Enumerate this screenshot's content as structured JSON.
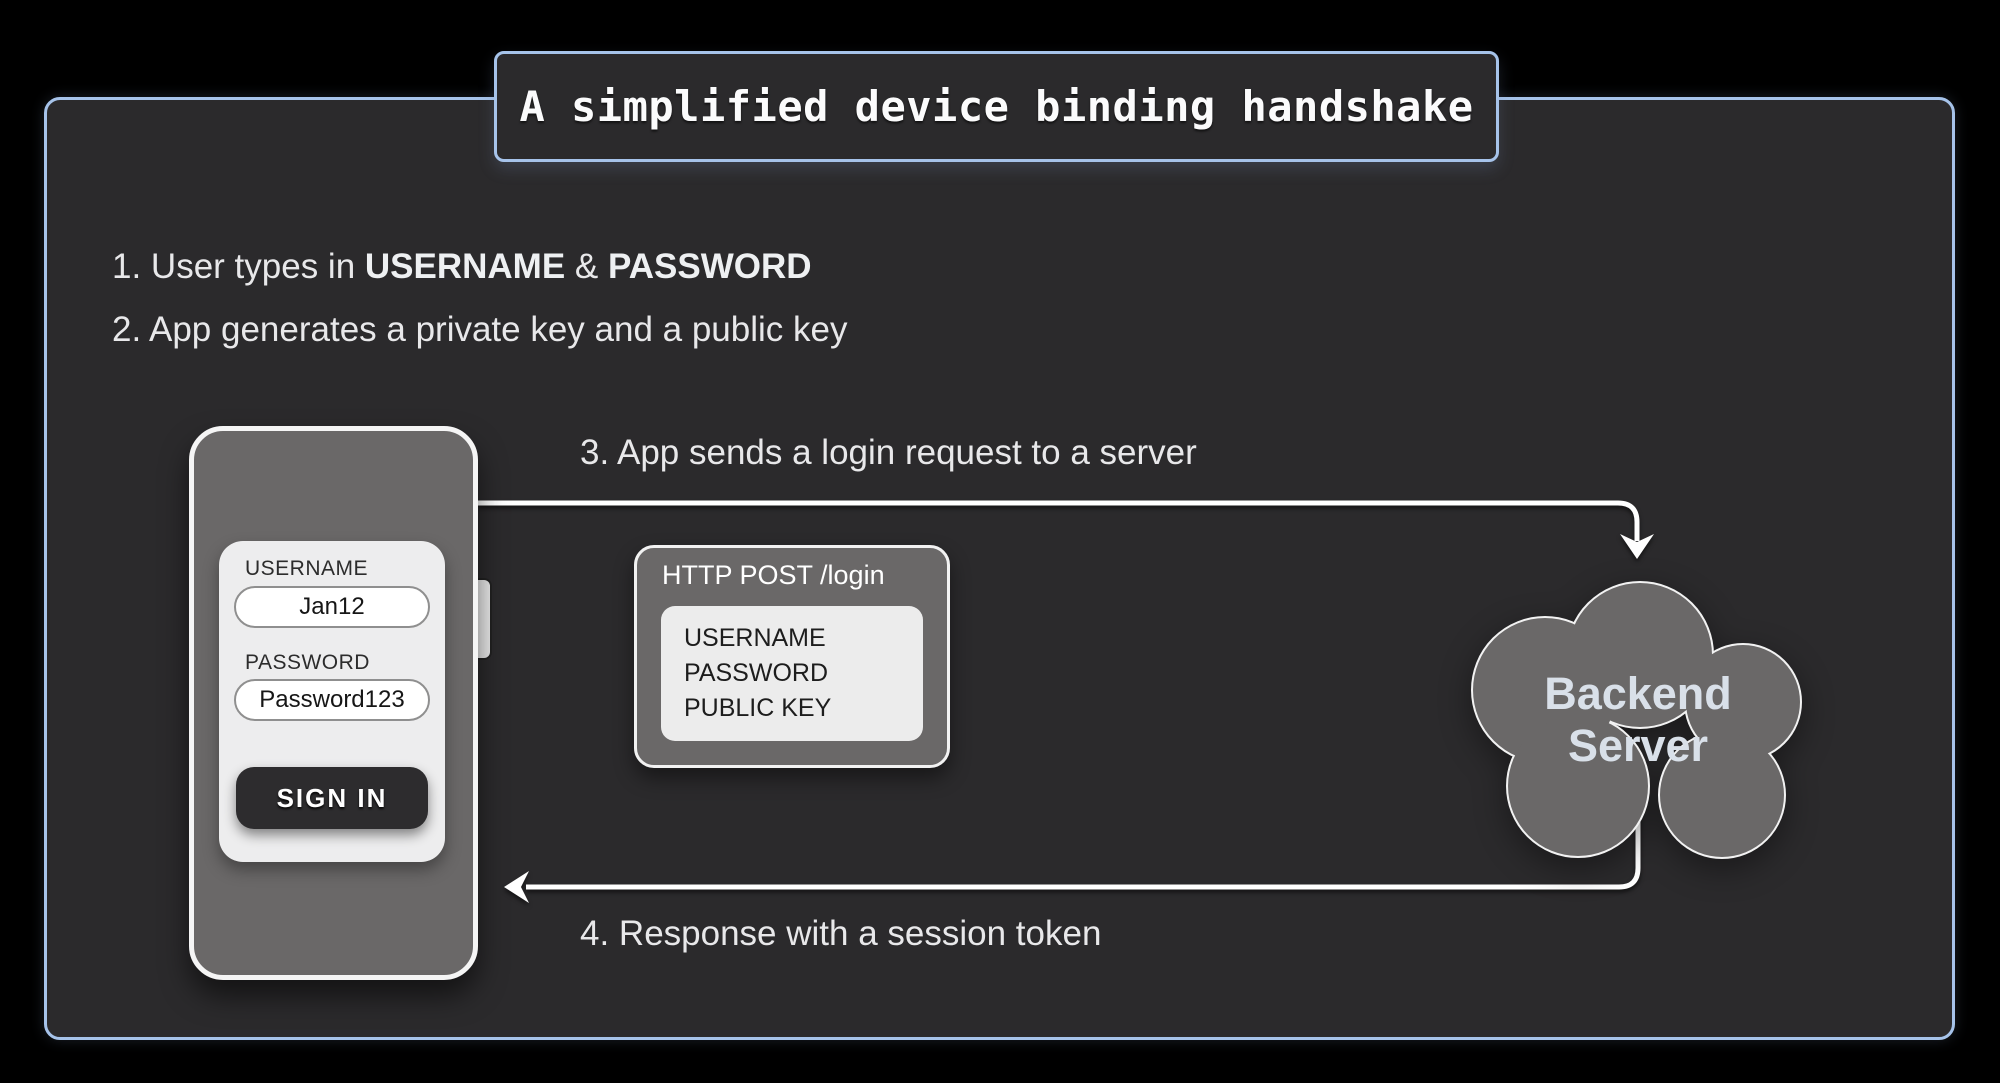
{
  "title": "A simplified device binding handshake",
  "steps": {
    "step1_prefix": "1. User types in ",
    "step1_bold1": "USERNAME",
    "step1_amp": " & ",
    "step1_bold2": "PASSWORD",
    "step2": "2. App generates a private key and a public key",
    "step3": "3. App sends a login request to a server",
    "step4": "4. Response with a session token"
  },
  "phone": {
    "username_label": "USERNAME",
    "username_value": "Jan12",
    "password_label": "PASSWORD",
    "password_value": "Password123",
    "signin_label": "SIGN IN"
  },
  "request": {
    "title": "HTTP POST /login",
    "fields": [
      "USERNAME",
      "PASSWORD",
      "PUBLIC KEY"
    ]
  },
  "server": {
    "label_line1": "Backend",
    "label_line2": "Server"
  },
  "colors": {
    "background": "#000000",
    "panel": "#2b2a2c",
    "accent_border": "#a6c3ea",
    "device_gray": "#6a6868",
    "card_light": "#ededee",
    "text_light": "#e8e8ea",
    "cloud_text": "#d9e0e9",
    "arrow": "#ffffff"
  }
}
